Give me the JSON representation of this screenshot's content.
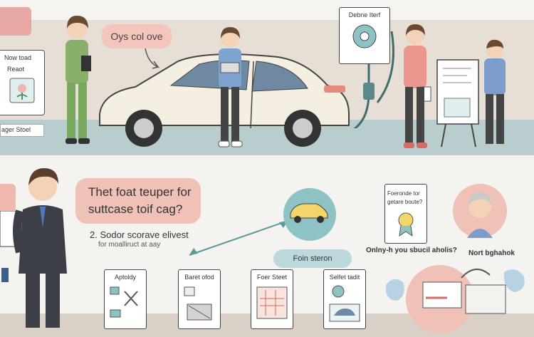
{
  "top": {
    "board_line1": "Now toad",
    "board_line2": "Reaot",
    "board_line3": "ager Stoel",
    "speech": "Oys col ove",
    "poster_title": "Debne Iterf"
  },
  "bottom": {
    "question": "Thet foat teuper for suttcase toif cag?",
    "step_line1": "2. Sodor scorave elivest",
    "step_line2": "for moalliruct at aay",
    "docs": [
      {
        "title": "Aptoldy"
      },
      {
        "title": "Baret ofod"
      },
      {
        "title": "Foer Steet"
      },
      {
        "title": "Selfet tadit"
      }
    ],
    "pill": "Foin steron",
    "right_doc_line1": "Foeronde tor",
    "right_doc_line2": "getare boute?",
    "caption_left": "Onlny-h you sbucil aholis?",
    "caption_right": "Nort bghahok"
  },
  "colors": {
    "pink": "#f0c1b7",
    "teal": "#8ec3c6",
    "car": "#f4efe0"
  }
}
